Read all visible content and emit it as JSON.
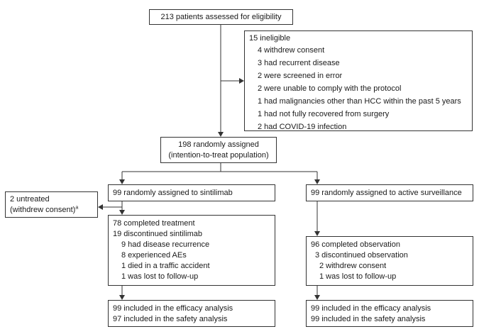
{
  "screening": {
    "assessed": "213 patients assessed for eligibility"
  },
  "ineligible": {
    "title": "15 ineligible",
    "reasons": [
      "4 withdrew consent",
      "3 had recurrent disease",
      "2 were screened in error",
      "2 were unable to comply with the protocol",
      "1 had malignancies other than HCC within the past 5 years",
      "1 had not fully recovered from surgery",
      "2 had COVID-19 infection"
    ]
  },
  "randomization": {
    "line1": "198 randomly assigned",
    "line2": "(intention-to-treat population)"
  },
  "sintilimab": {
    "assigned": "99 randomly assigned to sintilimab",
    "untreated_line1": "2 untreated",
    "untreated_line2": "(withdrew consent)",
    "untreated_footnote": "a",
    "completed": "78 completed treatment",
    "discontinued": "19 discontinued sintilimab",
    "reasons": [
      "9 had disease recurrence",
      "8 experienced AEs",
      "1 died in a traffic accident",
      "1 was lost to follow-up"
    ],
    "efficacy": "99 included in the efficacy analysis",
    "safety": "97 included in the safety analysis"
  },
  "surveillance": {
    "assigned": "99 randomly assigned to active surveillance",
    "completed": "96 completed observation",
    "discontinued": "3 discontinued observation",
    "reasons": [
      "2 withdrew consent",
      "1 was lost to follow-up"
    ],
    "efficacy": "99 included in the efficacy analysis",
    "safety": "99 included in the safety analysis"
  }
}
